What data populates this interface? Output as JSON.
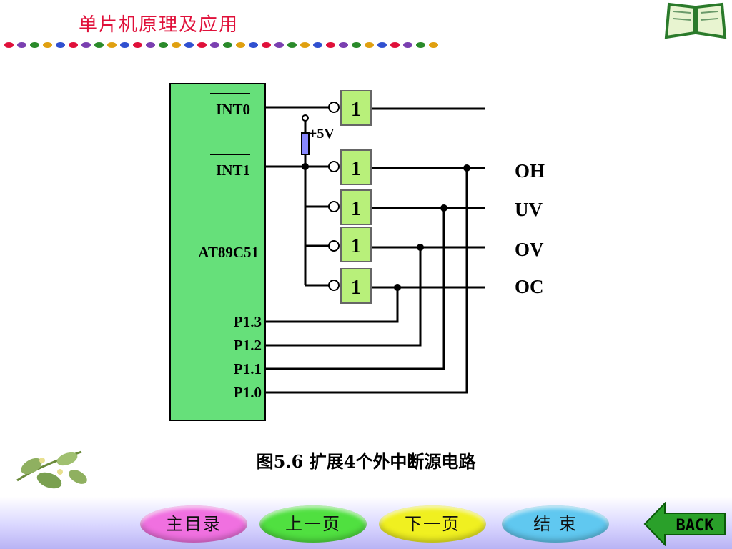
{
  "header": {
    "title": "单片机原理及应用",
    "dot_colors": [
      "#e0103a",
      "#7a3fb0",
      "#2a8a2a",
      "#e0a010",
      "#3050d0"
    ]
  },
  "diagram": {
    "chip_label": "AT89C51",
    "chip_color": "#66e07a",
    "gate_color": "#b8f07a",
    "gate_symbol": "1",
    "pins": {
      "int0": "INT0",
      "int1": "INT1",
      "p13": "P1.3",
      "p12": "P1.2",
      "p11": "P1.1",
      "p10": "P1.0"
    },
    "pullup": "+5V",
    "signals": [
      "OH",
      "UV",
      "OV",
      "OC"
    ]
  },
  "caption": "图5.6   扩展4个外中断源电路",
  "nav": {
    "main_menu": "主目录",
    "prev_page": "上一页",
    "next_page": "下一页",
    "end": "结  束",
    "back": "BACK",
    "colors": {
      "main_menu": "#f070e0",
      "prev_page": "#50e040",
      "next_page": "#f0f020",
      "end": "#60c8f0",
      "back": "#2aa02a"
    }
  }
}
